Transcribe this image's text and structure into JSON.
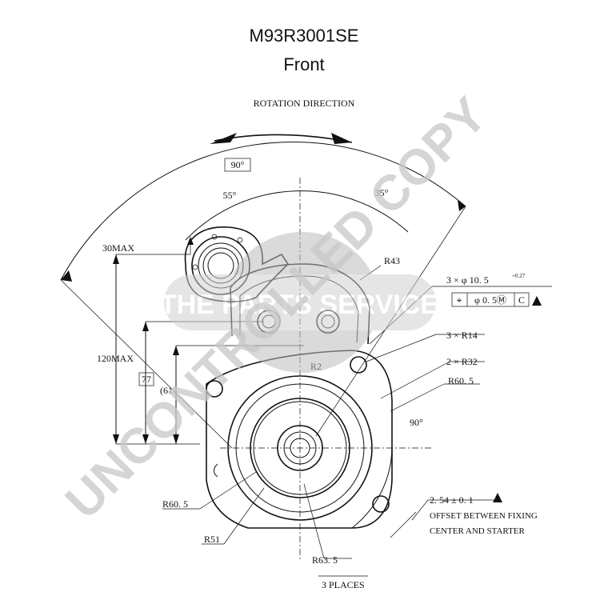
{
  "header": {
    "part_number": "M93R3001SE",
    "view": "Front"
  },
  "rotation": {
    "label": "ROTATION DIRECTION"
  },
  "dimensions": {
    "angle_total": "90°",
    "angle_left": "55°",
    "angle_right": "35°",
    "angle_lower": "90°",
    "max_30": "30MAX",
    "max_120": "120MAX",
    "dim_77": "77",
    "dim_61": "(61.",
    "r43": "R43",
    "r2": "R2",
    "holes": "3 × φ 10. 5",
    "holes_tol": "+0.27",
    "tolerance_frame": [
      "⌖",
      "φ 0. 5Ⓜ",
      "C"
    ],
    "r14": "3 × R14",
    "r32": "2 × R32",
    "r60_5_right": "R60. 5",
    "r60_5_left": "R60. 5",
    "r51": "R51",
    "r63_5": "R63. 5",
    "places": "3 PLACES",
    "offset_value": "2. 54 ± 0. 1",
    "offset_note_1": "OFFSET BETWEEN FIXING",
    "offset_note_2": "CENTER AND STARTER"
  },
  "watermark": {
    "text": "UNCONTROLLED COPY",
    "logo_text": "THE PARTS SERVICE"
  }
}
